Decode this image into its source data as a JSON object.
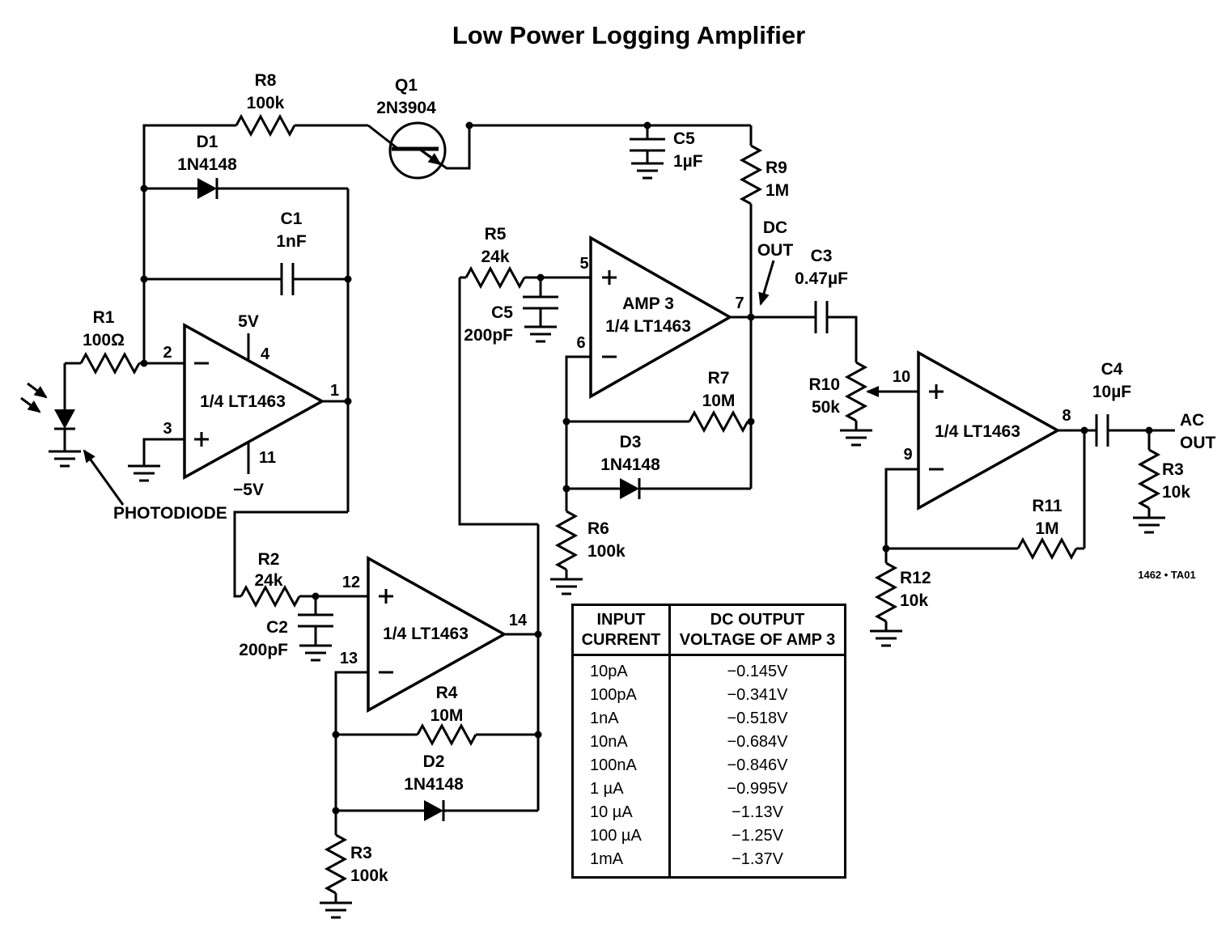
{
  "title": "Low Power Logging Amplifier",
  "figure_code": "1462 • TA01",
  "labels": {
    "photodiode": "PHOTODIODE",
    "dc": "DC",
    "dc_out": "OUT",
    "ac": "AC",
    "ac_out": "OUT",
    "vplus": "5V",
    "vminus": "−5V"
  },
  "components": {
    "r8": {
      "ref": "R8",
      "val": "100k"
    },
    "q1": {
      "ref": "Q1",
      "val": "2N3904"
    },
    "c5a": {
      "ref": "C5",
      "val": "1µF"
    },
    "r9": {
      "ref": "R9",
      "val": "1M"
    },
    "d1": {
      "ref": "D1",
      "val": "1N4148"
    },
    "c1": {
      "ref": "C1",
      "val": "1nF"
    },
    "r1": {
      "ref": "R1",
      "val": "100Ω"
    },
    "r2": {
      "ref": "R2",
      "val": "24k"
    },
    "c2": {
      "ref": "C2",
      "val": "200pF"
    },
    "r4": {
      "ref": "R4",
      "val": "10M"
    },
    "d2": {
      "ref": "D2",
      "val": "1N4148"
    },
    "r3_bottom": {
      "ref": "R3",
      "val": "100k"
    },
    "r5": {
      "ref": "R5",
      "val": "24k"
    },
    "c5b": {
      "ref": "C5",
      "val": "200pF"
    },
    "r7": {
      "ref": "R7",
      "val": "10M"
    },
    "d3": {
      "ref": "D3",
      "val": "1N4148"
    },
    "r6": {
      "ref": "R6",
      "val": "100k"
    },
    "c3": {
      "ref": "C3",
      "val": "0.47µF"
    },
    "r10": {
      "ref": "R10",
      "val": "50k"
    },
    "c4": {
      "ref": "C4",
      "val": "10µF"
    },
    "r3_right": {
      "ref": "R3",
      "val": "10k"
    },
    "r11": {
      "ref": "R11",
      "val": "1M"
    },
    "r12": {
      "ref": "R12",
      "val": "10k"
    }
  },
  "amps": {
    "amp1": {
      "name": "1/4 LT1463",
      "pin_inv": "2",
      "pin_non": "3",
      "pin_out": "1",
      "pin_vp": "4",
      "pin_vm": "11"
    },
    "amp2": {
      "name": "1/4 LT1463",
      "pin_non": "12",
      "pin_inv": "13",
      "pin_out": "14"
    },
    "amp3": {
      "name": "AMP 3",
      "sub": "1/4 LT1463",
      "pin_non": "5",
      "pin_inv": "6",
      "pin_out": "7"
    },
    "amp4": {
      "name": "1/4 LT1463",
      "pin_non": "10",
      "pin_inv": "9",
      "pin_out": "8"
    }
  },
  "table": {
    "header": {
      "col1": [
        "INPUT",
        "CURRENT"
      ],
      "col2": [
        "DC OUTPUT",
        "VOLTAGE OF AMP 3"
      ]
    },
    "rows": [
      {
        "current": "10pA",
        "voltage": "−0.145V"
      },
      {
        "current": "100pA",
        "voltage": "−0.341V"
      },
      {
        "current": "1nA",
        "voltage": "−0.518V"
      },
      {
        "current": "10nA",
        "voltage": "−0.684V"
      },
      {
        "current": "100nA",
        "voltage": "−0.846V"
      },
      {
        "current": "1 µA",
        "voltage": "−0.995V"
      },
      {
        "current": "10 µA",
        "voltage": "−1.13V"
      },
      {
        "current": "100 µA",
        "voltage": "−1.25V"
      },
      {
        "current": "1mA",
        "voltage": "−1.37V"
      }
    ]
  }
}
